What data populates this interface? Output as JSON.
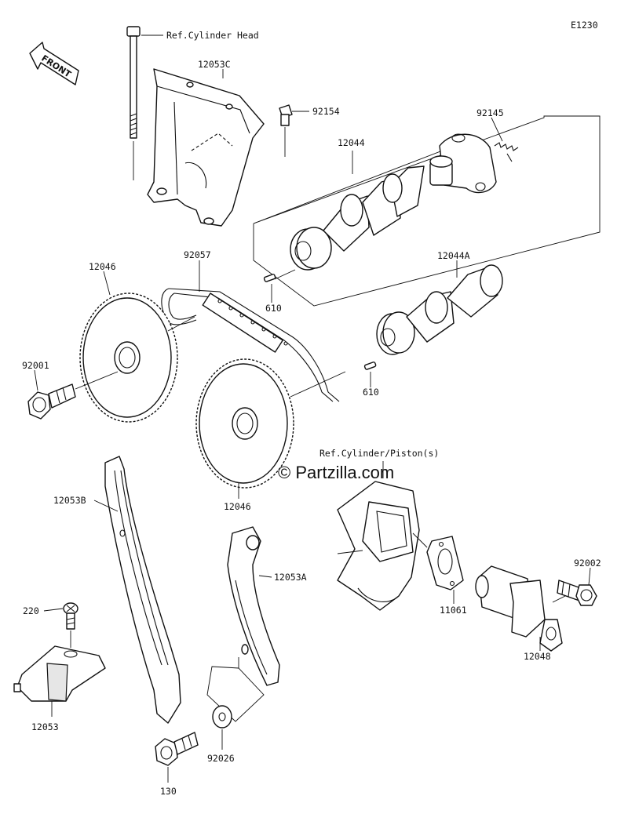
{
  "diagram_code": "E1230",
  "front_label": "FRONT",
  "watermark": "© Partzilla.com",
  "refs": {
    "cylinder_head": "Ref.Cylinder Head",
    "cylinder_piston": "Ref.Cylinder/Piston(s)"
  },
  "parts": [
    {
      "id": "p12053C",
      "label": "12053C"
    },
    {
      "id": "p92154",
      "label": "92154"
    },
    {
      "id": "p92145",
      "label": "92145"
    },
    {
      "id": "p12044",
      "label": "12044"
    },
    {
      "id": "p92057",
      "label": "92057"
    },
    {
      "id": "p12046a",
      "label": "12046"
    },
    {
      "id": "p610a",
      "label": "610"
    },
    {
      "id": "p12044A",
      "label": "12044A"
    },
    {
      "id": "p92001",
      "label": "92001"
    },
    {
      "id": "p610b",
      "label": "610"
    },
    {
      "id": "p12046b",
      "label": "12046"
    },
    {
      "id": "p12053B",
      "label": "12053B"
    },
    {
      "id": "p12053A",
      "label": "12053A"
    },
    {
      "id": "p92002",
      "label": "92002"
    },
    {
      "id": "p11061",
      "label": "11061"
    },
    {
      "id": "p12048",
      "label": "12048"
    },
    {
      "id": "p220",
      "label": "220"
    },
    {
      "id": "p12053",
      "label": "12053"
    },
    {
      "id": "p92026",
      "label": "92026"
    },
    {
      "id": "p130",
      "label": "130"
    }
  ]
}
